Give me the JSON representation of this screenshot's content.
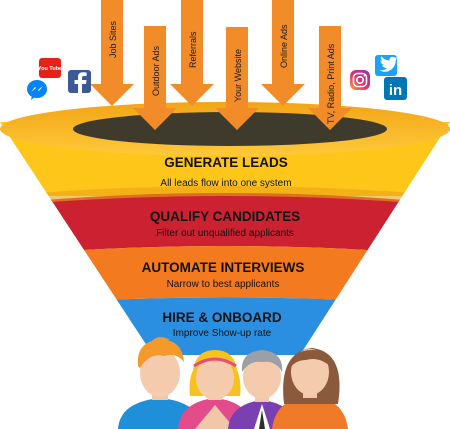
{
  "sources": [
    {
      "label": "Job Sites"
    },
    {
      "label": "Outdoor Ads"
    },
    {
      "label": "Referrals"
    },
    {
      "label": "Your Website"
    },
    {
      "label": "Online Ads"
    },
    {
      "label": "TV, Radio, Print Ads"
    }
  ],
  "stages": [
    {
      "title": "GENERATE LEADS",
      "subtitle": "All leads flow into one system",
      "color": "#FFC61A"
    },
    {
      "title": "QUALIFY CANDIDATES",
      "subtitle": "Filter out unqualified applicants",
      "color": "#CC2131"
    },
    {
      "title": "AUTOMATE INTERVIEWS",
      "subtitle": "Narrow to best applicants",
      "color": "#F47A1F"
    },
    {
      "title": "HIRE & ONBOARD",
      "subtitle": "Improve Show-up rate",
      "color": "#2A8FE0"
    }
  ],
  "social": {
    "youtube_logo_text": "You Tube",
    "linkedin_logo_text": "in"
  },
  "colors": {
    "arrow": "#F28C28",
    "rim": "#F5B01C",
    "opening": "#3E3A2C",
    "facebook": "#3B5998",
    "twitter": "#1DA1F2",
    "messenger": "#0084FF",
    "linkedin": "#0077B5",
    "youtube": "#E62117"
  }
}
